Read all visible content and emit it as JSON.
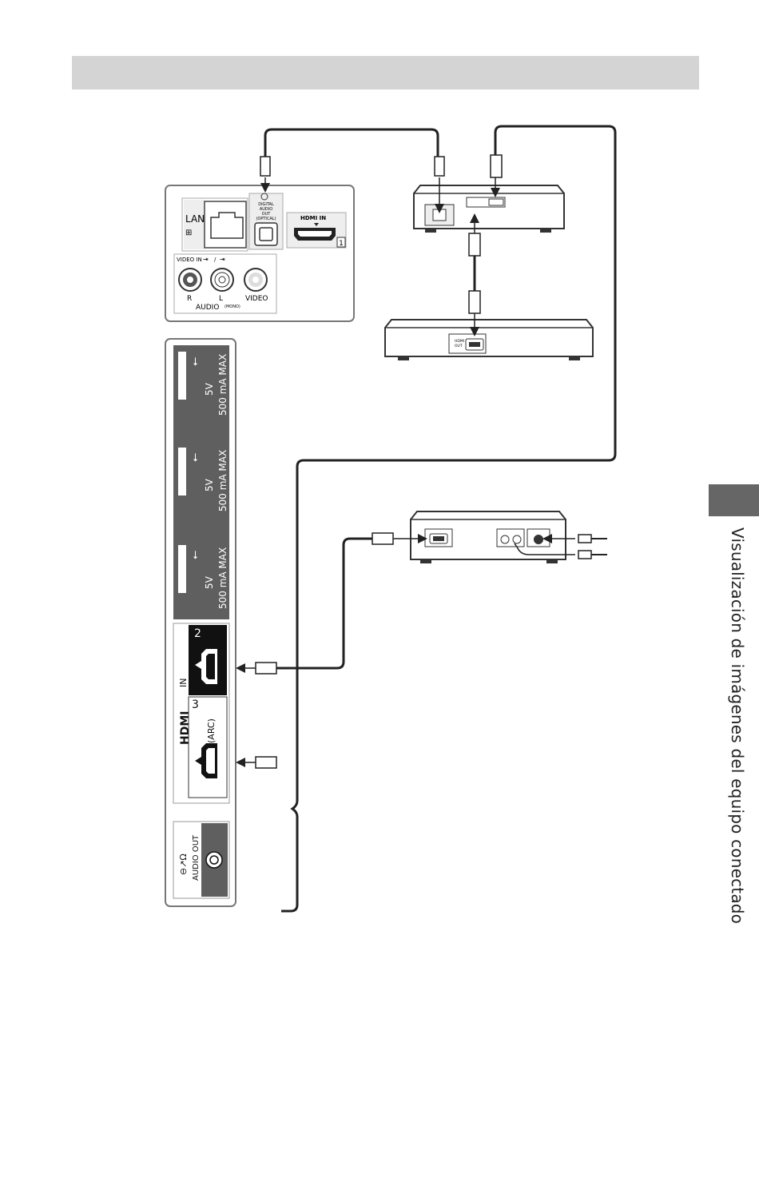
{
  "side_title": "Visualización de imágenes del equipo conectado",
  "panel_top": {
    "lan": "LAN",
    "digital_audio_out": [
      "DIGITAL",
      "AUDIO",
      "OUT",
      "(OPTICAL)"
    ],
    "hdmi_in": "HDMI IN",
    "hdmi_num1": "1",
    "video_in": "VIDEO IN",
    "slash": "/",
    "r": "R",
    "l": "L",
    "video": "VIDEO",
    "audio": "AUDIO",
    "mono": "(MONO)"
  },
  "panel_side": {
    "usb_5v": "5V",
    "usb_max": "500 mA MAX",
    "hdmi_logo": "HDMI",
    "hdmi_in": "IN",
    "num2": "2",
    "num3": "3",
    "arc": "(ARC)",
    "audio_out": "AUDIO OUT"
  },
  "devices": {
    "hdmi_out": [
      "HDMI",
      "OUT"
    ]
  },
  "colors": {
    "panel_dark": "#5f5f5f",
    "panel_border": "#666666",
    "header_bar": "#d4d4d4",
    "side_tab": "#666666"
  }
}
